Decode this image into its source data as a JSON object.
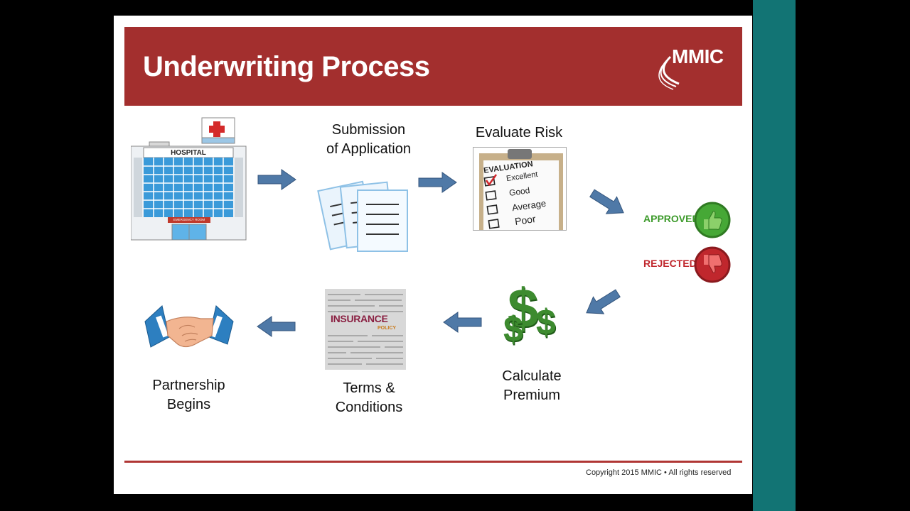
{
  "slide": {
    "title": "Underwriting Process",
    "logo_text": "MMIC",
    "copyright": "Copyright 2015  MMIC • All rights reserved"
  },
  "steps": {
    "hospital": {
      "sign": "HOSPITAL",
      "door_sign": "EMERGENCY ROOM"
    },
    "submission": {
      "line1": "Submission",
      "line2": "of Application"
    },
    "evaluate": {
      "label": "Evaluate Risk",
      "board_title": "EVALUATION",
      "options": [
        "Excellent",
        "Good",
        "Average",
        "Poor"
      ]
    },
    "decision": {
      "approved": "APPROVED",
      "rejected": "REJECTED"
    },
    "premium": {
      "line1": "Calculate",
      "line2": "Premium"
    },
    "terms": {
      "line1": "Terms &",
      "line2": "Conditions",
      "cloud_main": "INSURANCE",
      "cloud_sub": "POLICY"
    },
    "partnership": {
      "line1": "Partnership",
      "line2": "Begins"
    }
  },
  "colors": {
    "header": "#a32f2e",
    "side_bar": "#127474",
    "arrow": "#4f79a7",
    "approved": "#3c9a2a",
    "rejected": "#c0272d"
  }
}
